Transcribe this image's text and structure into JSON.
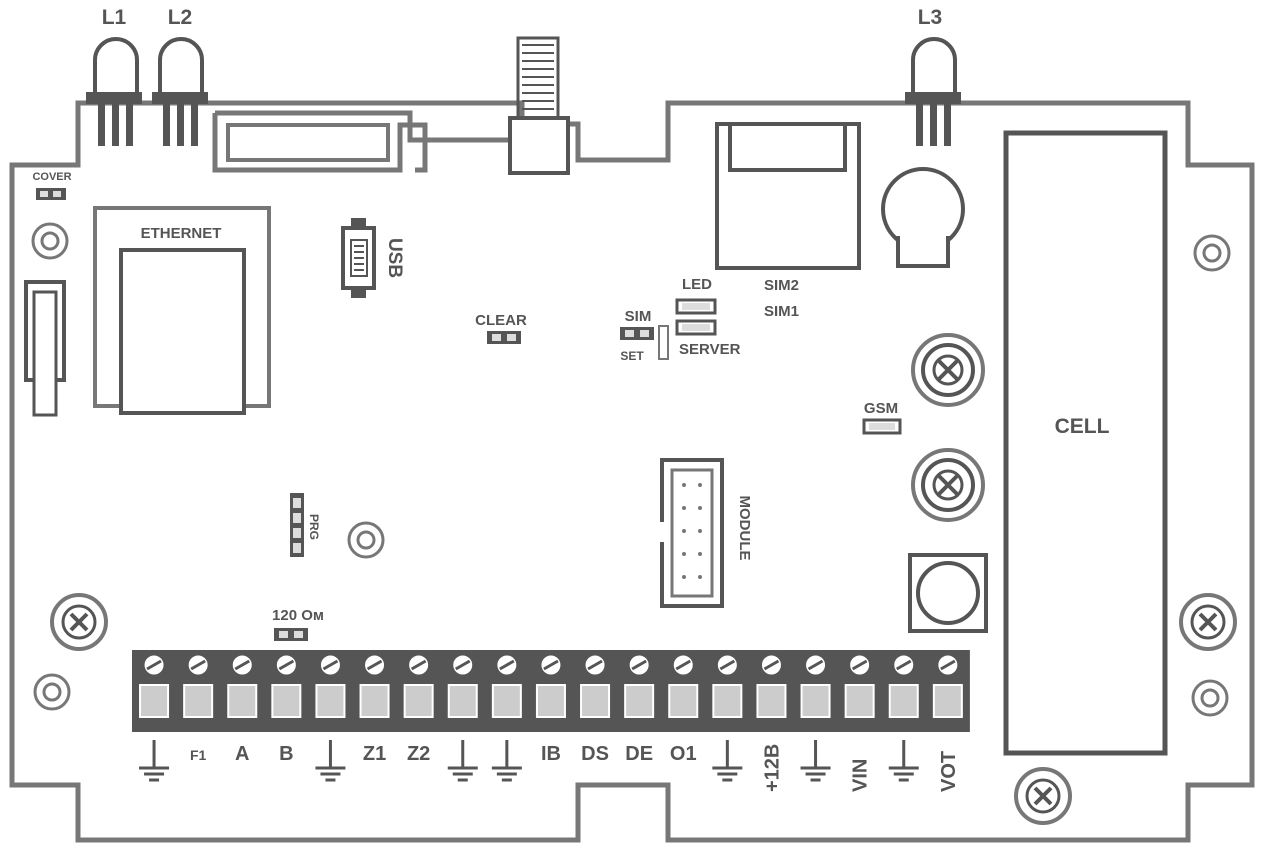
{
  "colors": {
    "outline": "#777777",
    "dark": "#333333",
    "text": "#555555",
    "pin": "#dddddd",
    "terminal_body": "#555555",
    "terminal_slot": "#cccccc"
  },
  "labels": {
    "led_l1": "L1",
    "led_l2": "L2",
    "led_l3": "L3",
    "cover": "COVER",
    "ethernet": "ETHERNET",
    "usb": "USB",
    "clear": "CLEAR",
    "sim": "SIM",
    "set": "SET",
    "led": "LED",
    "server": "SERVER",
    "sim2": "SIM2",
    "sim1": "SIM1",
    "gsm": "GSM",
    "cell": "CELL",
    "module": "MODULE",
    "prg": "PRG",
    "resistor": "120 Ом"
  },
  "terminals": [
    {
      "label": "",
      "ground": true,
      "vertical": false
    },
    {
      "label": "F1",
      "ground": false,
      "vertical": false,
      "small": true
    },
    {
      "label": "A",
      "ground": false,
      "vertical": false
    },
    {
      "label": "B",
      "ground": false,
      "vertical": false
    },
    {
      "label": "",
      "ground": true,
      "vertical": false
    },
    {
      "label": "Z1",
      "ground": false,
      "vertical": false
    },
    {
      "label": "Z2",
      "ground": false,
      "vertical": false
    },
    {
      "label": "",
      "ground": true,
      "vertical": false
    },
    {
      "label": "",
      "ground": true,
      "vertical": false
    },
    {
      "label": "IB",
      "ground": false,
      "vertical": false
    },
    {
      "label": "DS",
      "ground": false,
      "vertical": false
    },
    {
      "label": "DE",
      "ground": false,
      "vertical": false
    },
    {
      "label": "O1",
      "ground": false,
      "vertical": false
    },
    {
      "label": "",
      "ground": true,
      "vertical": false
    },
    {
      "label": "+12B",
      "ground": false,
      "vertical": true
    },
    {
      "label": "",
      "ground": true,
      "vertical": false
    },
    {
      "label": "VIN",
      "ground": false,
      "vertical": true
    },
    {
      "label": "",
      "ground": true,
      "vertical": false
    },
    {
      "label": "VOT",
      "ground": false,
      "vertical": true
    }
  ]
}
